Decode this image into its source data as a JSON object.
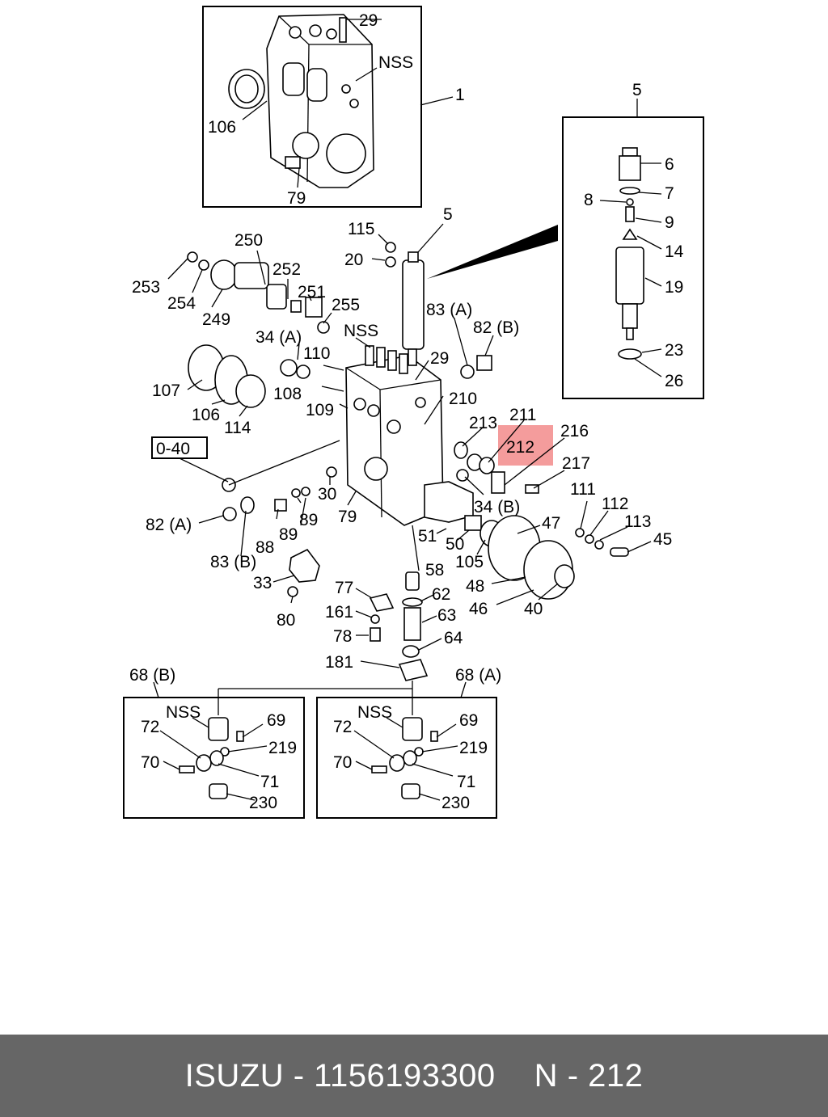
{
  "diagram": {
    "labels": [
      {
        "id": "29a",
        "text": "29"
      },
      {
        "id": "nss-a",
        "text": "NSS"
      },
      {
        "id": "1",
        "text": "1"
      },
      {
        "id": "106a",
        "text": "106"
      },
      {
        "id": "79a",
        "text": "79"
      },
      {
        "id": "5a",
        "text": "5"
      },
      {
        "id": "6",
        "text": "6"
      },
      {
        "id": "7",
        "text": "7"
      },
      {
        "id": "8",
        "text": "8"
      },
      {
        "id": "9",
        "text": "9"
      },
      {
        "id": "14",
        "text": "14"
      },
      {
        "id": "19",
        "text": "19"
      },
      {
        "id": "23",
        "text": "23"
      },
      {
        "id": "26",
        "text": "26"
      },
      {
        "id": "115",
        "text": "115"
      },
      {
        "id": "5b",
        "text": "5"
      },
      {
        "id": "20",
        "text": "20"
      },
      {
        "id": "250",
        "text": "250"
      },
      {
        "id": "252",
        "text": "252"
      },
      {
        "id": "251",
        "text": "251"
      },
      {
        "id": "255",
        "text": "255"
      },
      {
        "id": "253",
        "text": "253"
      },
      {
        "id": "254",
        "text": "254"
      },
      {
        "id": "249",
        "text": "249"
      },
      {
        "id": "83a",
        "text": "83 (A)"
      },
      {
        "id": "82b",
        "text": "82 (B)"
      },
      {
        "id": "34a",
        "text": "34 (A)"
      },
      {
        "id": "nss-b",
        "text": "NSS"
      },
      {
        "id": "110",
        "text": "110"
      },
      {
        "id": "29b",
        "text": "29"
      },
      {
        "id": "107",
        "text": "107"
      },
      {
        "id": "108",
        "text": "108"
      },
      {
        "id": "210",
        "text": "210"
      },
      {
        "id": "106b",
        "text": "106"
      },
      {
        "id": "114",
        "text": "114"
      },
      {
        "id": "109",
        "text": "109"
      },
      {
        "id": "211",
        "text": "211"
      },
      {
        "id": "213",
        "text": "213"
      },
      {
        "id": "216",
        "text": "216"
      },
      {
        "id": "212",
        "text": "212"
      },
      {
        "id": "217",
        "text": "217"
      },
      {
        "id": "0-40",
        "text": "0-40"
      },
      {
        "id": "30",
        "text": "30"
      },
      {
        "id": "34b",
        "text": "34 (B)"
      },
      {
        "id": "111",
        "text": "111"
      },
      {
        "id": "112",
        "text": "112"
      },
      {
        "id": "113",
        "text": "113"
      },
      {
        "id": "45",
        "text": "45"
      },
      {
        "id": "82a",
        "text": "82 (A)"
      },
      {
        "id": "88",
        "text": "88"
      },
      {
        "id": "89a",
        "text": "89"
      },
      {
        "id": "89b",
        "text": "89"
      },
      {
        "id": "79b",
        "text": "79"
      },
      {
        "id": "47",
        "text": "47"
      },
      {
        "id": "51",
        "text": "51"
      },
      {
        "id": "50",
        "text": "50"
      },
      {
        "id": "105",
        "text": "105"
      },
      {
        "id": "83b",
        "text": "83 (B)"
      },
      {
        "id": "58",
        "text": "58"
      },
      {
        "id": "48",
        "text": "48"
      },
      {
        "id": "33",
        "text": "33"
      },
      {
        "id": "46",
        "text": "46"
      },
      {
        "id": "40",
        "text": "40"
      },
      {
        "id": "77",
        "text": "77"
      },
      {
        "id": "62",
        "text": "62"
      },
      {
        "id": "161",
        "text": "161"
      },
      {
        "id": "63",
        "text": "63"
      },
      {
        "id": "80",
        "text": "80"
      },
      {
        "id": "78",
        "text": "78"
      },
      {
        "id": "64",
        "text": "64"
      },
      {
        "id": "181",
        "text": "181"
      },
      {
        "id": "68b",
        "text": "68 (B)"
      },
      {
        "id": "68a",
        "text": "68 (A)"
      },
      {
        "id": "nss-c",
        "text": "NSS"
      },
      {
        "id": "69a",
        "text": "69"
      },
      {
        "id": "72a",
        "text": "72"
      },
      {
        "id": "219a",
        "text": "219"
      },
      {
        "id": "70a",
        "text": "70"
      },
      {
        "id": "71a",
        "text": "71"
      },
      {
        "id": "230a",
        "text": "230"
      },
      {
        "id": "nss-d",
        "text": "NSS"
      },
      {
        "id": "69b",
        "text": "69"
      },
      {
        "id": "72b",
        "text": "72"
      },
      {
        "id": "219b",
        "text": "219"
      },
      {
        "id": "70b",
        "text": "70"
      },
      {
        "id": "71b",
        "text": "71"
      },
      {
        "id": "230b",
        "text": "230"
      }
    ],
    "highlight_label": "212",
    "highlight_color": "#f28b8b"
  },
  "footer": {
    "brand": "ISUZU",
    "separator": "-",
    "part_number": "1156193300",
    "ref_prefix": "N",
    "ref_number": "212",
    "background": "#666666"
  }
}
